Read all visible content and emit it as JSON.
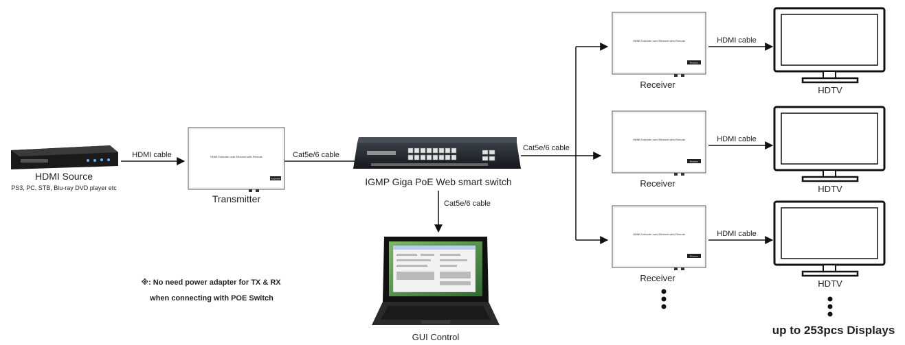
{
  "source": {
    "title": "HDMI Source",
    "subtitle": "PS3, PC, STB, Blu-ray DVD player etc"
  },
  "transmitter": {
    "label": "Transmitter",
    "device_text": "HDMI Extender over Ethernet with Remote",
    "badge": "Transmitter"
  },
  "switch": {
    "label": "IGMP Giga PoE Web smart switch"
  },
  "gui": {
    "label": "GUI Control"
  },
  "cables": {
    "hdmi": "HDMI cable",
    "cat": "Cat5e/6 cable"
  },
  "receivers": [
    {
      "label": "Receiver",
      "device_text": "HDMI Extender over Ethernet with Remote",
      "badge": "Receiver"
    },
    {
      "label": "Receiver",
      "device_text": "HDMI Extender over Ethernet with Remote",
      "badge": "Receiver"
    },
    {
      "label": "Receiver",
      "device_text": "HDMI Extender over Ethernet with Remote",
      "badge": "Receiver"
    }
  ],
  "displays": [
    {
      "label": "HDTV"
    },
    {
      "label": "HDTV"
    },
    {
      "label": "HDTV"
    }
  ],
  "note": {
    "line1": "※: No need power adapter for TX & RX",
    "line2": "when connecting with POE Switch"
  },
  "footer": "up to 253pcs Displays"
}
